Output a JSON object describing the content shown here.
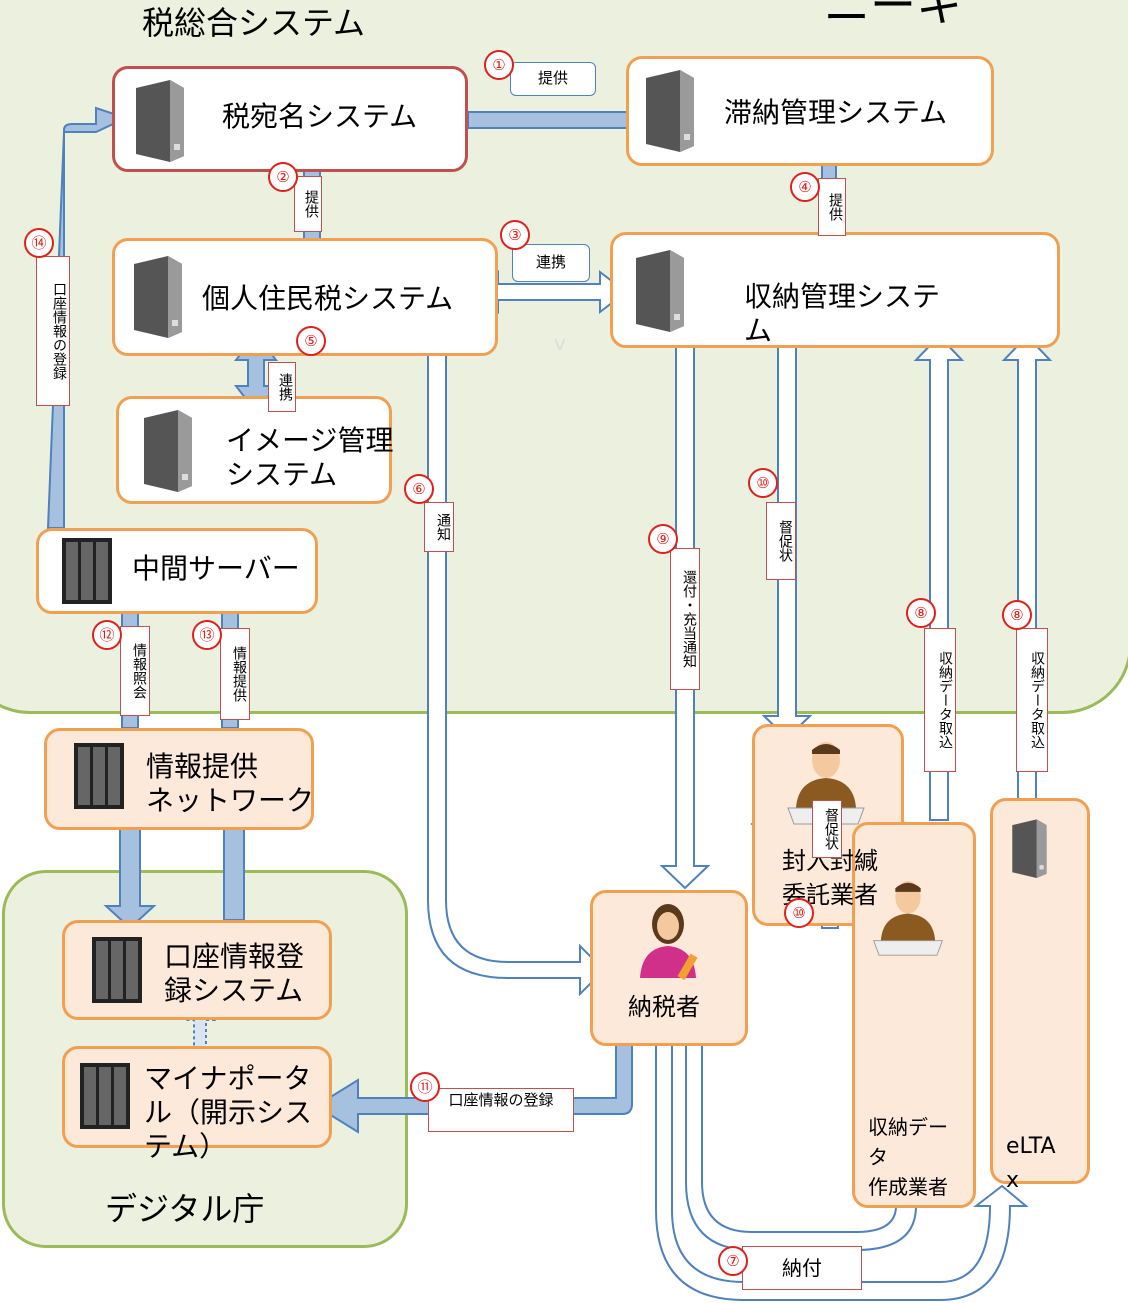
{
  "regions": {
    "tax_system_title": "税総合システム",
    "digital_agency_title": "デジタル庁",
    "top_right_fragment": "ニーキ"
  },
  "boxes": {
    "atena": "税宛名システム",
    "tainou": "滞納管理システム",
    "kojin": "個人住民税システム",
    "shunou": "収納管理システ\nム",
    "image": "イメージ管理\nシステム",
    "chukan": "中間サーバー",
    "jouhou_net": "情報提供\nネットワーク",
    "koza_sys": "口座情報登\n録システム",
    "myna": "マイナポータ\nル（開示シス\nテム）",
    "nouzeisha": "納税者",
    "fuunyu": "封入封緘\n委託業者",
    "shunou_data": "収納デー\nタ\n作成業者",
    "eltax": "eLTA\nx"
  },
  "stray_text": "v",
  "flows": [
    {
      "num": "①",
      "label": "提供"
    },
    {
      "num": "②",
      "label": "提供"
    },
    {
      "num": "③",
      "label": "連携"
    },
    {
      "num": "④",
      "label": "提供"
    },
    {
      "num": "⑤",
      "label": "連携"
    },
    {
      "num": "⑥",
      "label": "通知"
    },
    {
      "num": "⑦",
      "label": "納付"
    },
    {
      "num": "⑧",
      "label": "収納データ取込"
    },
    {
      "num": "⑧",
      "label": "収納データ取込"
    },
    {
      "num": "⑨",
      "label": "還付・充当通知"
    },
    {
      "num": "⑩",
      "label": "督促状"
    },
    {
      "num": "⑩",
      "label": "督促状"
    },
    {
      "num": "⑪",
      "label": "口座情報の登録"
    },
    {
      "num": "⑫",
      "label": "情報照会"
    },
    {
      "num": "⑬",
      "label": "情報提供"
    },
    {
      "num": "⑭",
      "label": "口座情報の登録"
    }
  ],
  "colors": {
    "region_fill": "#ebf1de",
    "region_border": "#9bbb59",
    "box_border": "#f0a050",
    "box_fill_peach": "#fde9d9",
    "arrow_blue": "#4f81bd",
    "number_red": "#e0201b"
  }
}
